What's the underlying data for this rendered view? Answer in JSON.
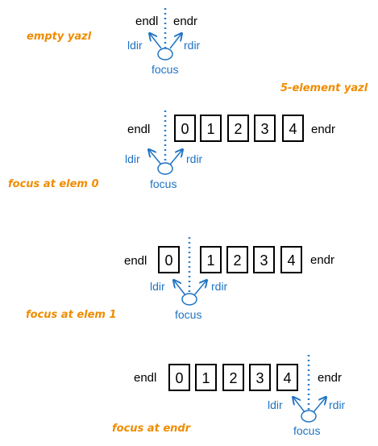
{
  "colors": {
    "ink": "#000000",
    "blue": "#1f73c2",
    "orange": "#ef8c00",
    "dotted": "#2a7fd0"
  },
  "labels": {
    "endl": "endl",
    "endr": "endr",
    "ldir": "ldir",
    "rdir": "rdir",
    "focus": "focus"
  },
  "diagrams": [
    {
      "caption": "empty yazl",
      "cells": []
    },
    {
      "caption": "focus at elem 0",
      "title": "5-element yazl",
      "cells": [
        "0",
        "1",
        "2",
        "3",
        "4"
      ]
    },
    {
      "caption": "focus at elem 1",
      "cells": [
        "0",
        "1",
        "2",
        "3",
        "4"
      ]
    },
    {
      "caption": "focus at endr",
      "cells": [
        "0",
        "1",
        "2",
        "3",
        "4"
      ]
    }
  ]
}
